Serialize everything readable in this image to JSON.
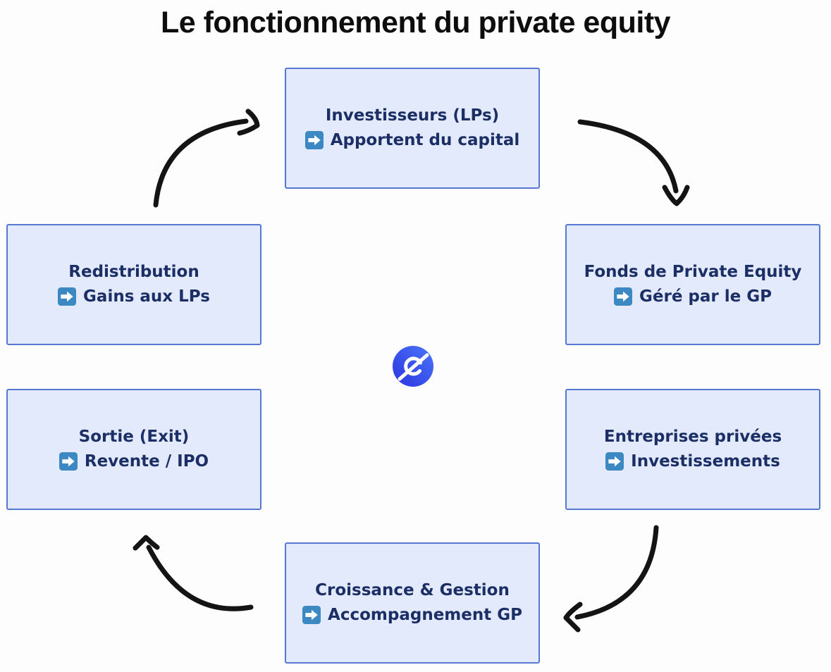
{
  "page": {
    "title": "Le fonctionnement du private equity",
    "background": "#fdfdfd"
  },
  "colors": {
    "box_fill": "#e3eafb",
    "box_border": "#5677d2",
    "box_text": "#1c2e66",
    "bullet_icon_bg": "#3b88c3",
    "bullet_icon_glyph": "#ffffff",
    "flow_arrow": "#141414",
    "logo_gradient_start": "#2c33e0",
    "logo_gradient_end": "#4a77f8",
    "title_text": "#0d0d0d"
  },
  "boxes": [
    {
      "id": "investisseurs",
      "title": "Investisseurs (LPs)",
      "subtitle": "Apportent du capital",
      "icon": "blue-arrow-right-icon"
    },
    {
      "id": "fonds",
      "title": "Fonds de Private Equity",
      "subtitle": "Géré par le GP",
      "icon": "blue-arrow-right-icon"
    },
    {
      "id": "entreprises",
      "title": "Entreprises privées",
      "subtitle": "Investissements",
      "icon": "blue-arrow-right-icon"
    },
    {
      "id": "croissance",
      "title": "Croissance & Gestion",
      "subtitle": "Accompagnement GP",
      "icon": "blue-arrow-right-icon"
    },
    {
      "id": "sortie",
      "title": "Sortie (Exit)",
      "subtitle": "Revente / IPO",
      "icon": "blue-arrow-right-icon"
    },
    {
      "id": "redistribution",
      "title": "Redistribution",
      "subtitle": "Gains aux LPs",
      "icon": "blue-arrow-right-icon"
    }
  ],
  "logo": {
    "letter": "e",
    "shape": "blue circle with white slashed e"
  },
  "flow": [
    "redistribution -> investisseurs",
    "investisseurs -> fonds",
    "entreprises -> croissance",
    "croissance -> sortie"
  ]
}
